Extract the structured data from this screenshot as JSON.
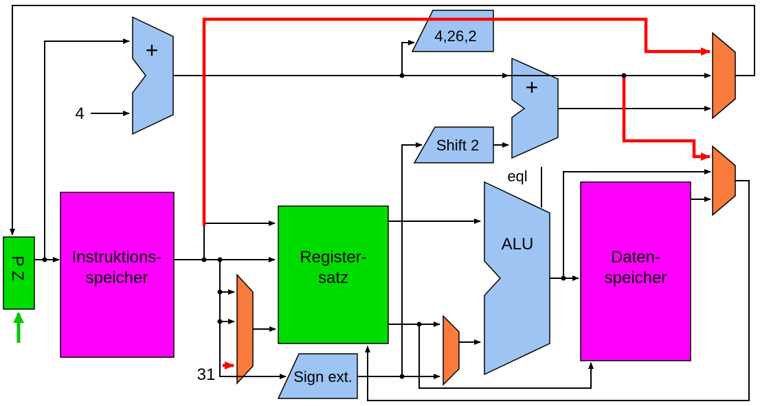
{
  "blocks": {
    "pz_label": "P Z",
    "instruction_memory_line1": "Instruktions-",
    "instruction_memory_line2": "speicher",
    "register_file_line1": "Register-",
    "register_file_line2": "satz",
    "data_memory_line1": "Daten-",
    "data_memory_line2": "speicher",
    "alu_label": "ALU",
    "pc_adder_symbol": "+",
    "branch_adder_symbol": "+",
    "shift_label": "Shift 2",
    "sign_extend_label": "Sign ext.",
    "jump_concat_label": "4,26,2",
    "alu_flag_label": "eql",
    "pc_increment_value": "4",
    "link_register_value": "31"
  },
  "colors": {
    "memory_block": "#FF00FF",
    "register_block": "#00DC00",
    "logic_block": "#9DC4F2",
    "mux_block": "#F97B3D",
    "highlight_wire": "#FF0000",
    "pc_arrow": "#00C800"
  }
}
